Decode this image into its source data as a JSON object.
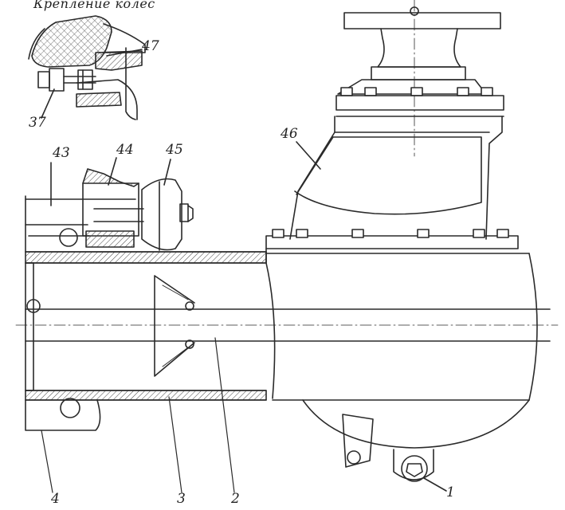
{
  "header": {
    "caption": "Крепление колес"
  },
  "callouts": {
    "c1": "1",
    "c2": "2",
    "c3": "3",
    "c4": "4",
    "c37": "37",
    "c43": "43",
    "c44": "44",
    "c45": "45",
    "c46": "46",
    "c47": "47"
  }
}
